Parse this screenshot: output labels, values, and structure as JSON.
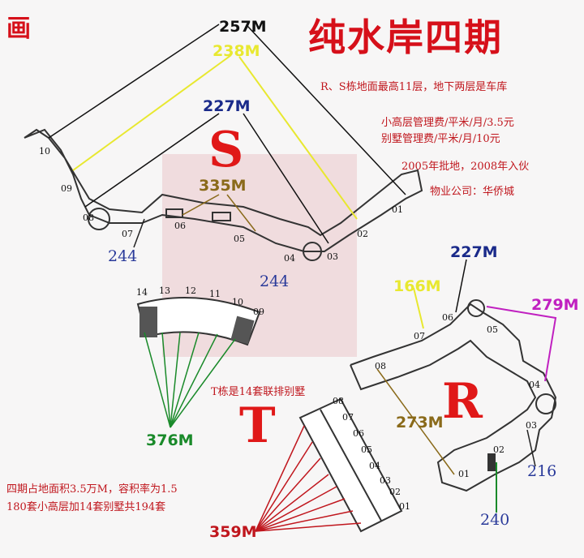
{
  "corner_label": "画",
  "title": "纯水岸四期",
  "notes": [
    "R、S栋地面最高11层，地下两层是车库",
    "小高层管理费/平米/月/3.5元",
    "别墅管理费/平米/月/10元",
    "2005年批地，2008年入伙",
    "物业公司：华侨城"
  ],
  "bottom_notes": [
    "四期占地面积3.5万M，容积率为1.5",
    "180套小高层加14套别墅共194套"
  ],
  "t_note": "T栋是14套联排别墅",
  "buildings": {
    "S": "S",
    "T": "T",
    "R": "R"
  },
  "distances": {
    "d257": "257M",
    "d238": "238M",
    "d227s": "227M",
    "d335": "335M",
    "d227r": "227M",
    "d166": "166M",
    "d279": "279M",
    "d273": "273M",
    "d376": "376M",
    "d359": "359M"
  },
  "numbers": {
    "n244a": "244",
    "n244b": "244",
    "n216": "216",
    "n240": "240"
  },
  "s_units": [
    "10",
    "09",
    "08",
    "07",
    "06",
    "05",
    "04",
    "03",
    "02",
    "01"
  ],
  "t_units": [
    "14",
    "13",
    "12",
    "11",
    "10",
    "09"
  ],
  "r_units": [
    "08",
    "07",
    "06",
    "05",
    "04",
    "03",
    "02",
    "01"
  ],
  "v_units": [
    "08",
    "07",
    "06",
    "05",
    "04",
    "03",
    "02",
    "01"
  ],
  "colors": {
    "red": "#d6101a",
    "yellow": "#e8e830",
    "navy": "#1a2a8a",
    "brown": "#8a6a1a",
    "green": "#1a8a2a",
    "magenta": "#c020c0",
    "blue_num": "#2a3a9a"
  }
}
